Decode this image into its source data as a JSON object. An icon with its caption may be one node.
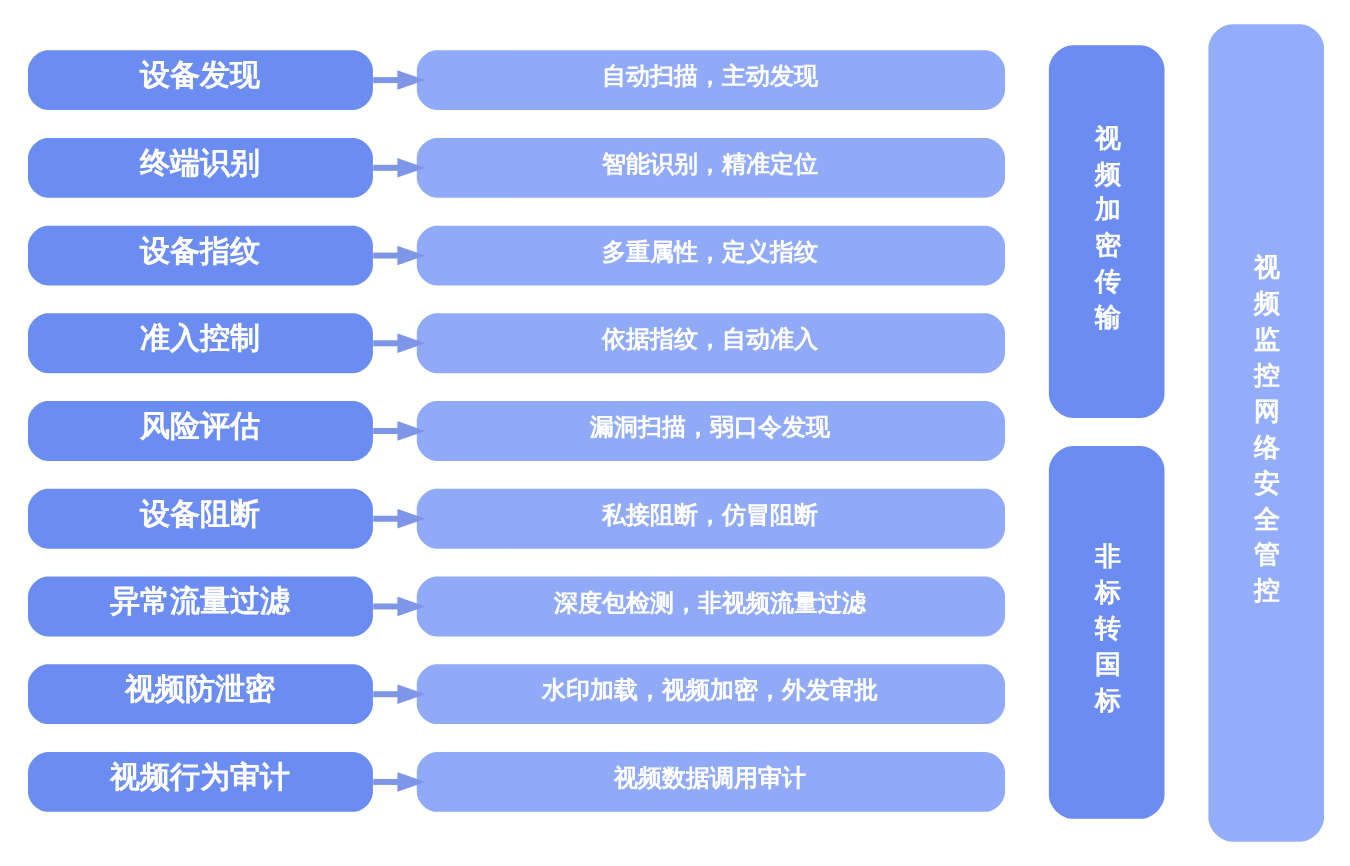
{
  "diagram": {
    "nodes": [
      {
        "text": [
          "设备发现"
        ]
      },
      {
        "text": [
          "自动扫描，主动发现"
        ]
      },
      {
        "text": [
          "终端识别"
        ]
      },
      {
        "text": [
          "智能识别，精准定位"
        ]
      },
      {
        "text": [
          "设备指纹"
        ]
      },
      {
        "text": [
          "多重属性，定义指纹"
        ]
      },
      {
        "text": [
          "准入控制"
        ]
      },
      {
        "text": [
          "依据指纹，自动准入"
        ]
      },
      {
        "text": [
          "风险评估"
        ]
      },
      {
        "text": [
          "漏洞扫描，弱口令发现"
        ]
      },
      {
        "text": [
          "设备阻断"
        ]
      },
      {
        "text": [
          "私接阻断，仿冒阻断"
        ]
      },
      {
        "text": [
          "异常流量过滤"
        ]
      },
      {
        "text": [
          "深度包检测，非视频流量过滤"
        ]
      },
      {
        "text": [
          "视频防泄密"
        ]
      },
      {
        "text": [
          "水印加载，视频加密，外发审批"
        ]
      },
      {
        "text": [
          "视频行为审计"
        ]
      },
      {
        "text": [
          "视频数据调用审计"
        ]
      },
      {
        "text": [
          "视频加密传输"
        ]
      },
      {
        "text": [
          "非标转国标"
        ]
      },
      {
        "text": [
          "视频监控网络安全管控"
        ]
      }
    ],
    "edges": [
      {
        "from": 0,
        "to": 1,
        "arrow": "to"
      },
      {
        "from": 2,
        "to": 3,
        "arrow": "to"
      },
      {
        "from": 4,
        "to": 5,
        "arrow": "to"
      },
      {
        "from": 6,
        "to": 7,
        "arrow": "to"
      },
      {
        "from": 8,
        "to": 9,
        "arrow": "to"
      },
      {
        "from": 10,
        "to": 11,
        "arrow": "to"
      },
      {
        "from": 12,
        "to": 13,
        "arrow": "to"
      },
      {
        "from": 14,
        "to": 15,
        "arrow": "to"
      },
      {
        "from": 16,
        "to": 17,
        "arrow": "to"
      }
    ]
  }
}
